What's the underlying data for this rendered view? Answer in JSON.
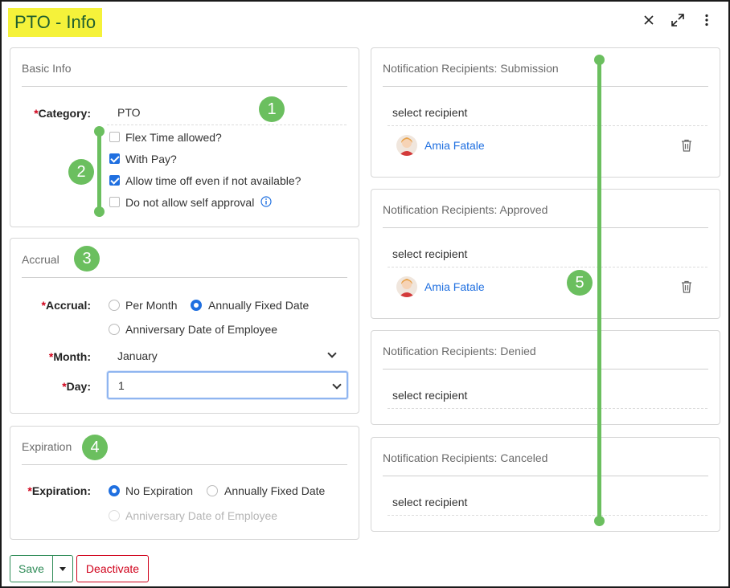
{
  "window": {
    "title": "PTO - Info"
  },
  "basic_info": {
    "title": "Basic Info",
    "category_label": "Category:",
    "category_value": "PTO",
    "checkboxes": [
      {
        "label": "Flex Time allowed?",
        "checked": false
      },
      {
        "label": "With Pay?",
        "checked": true
      },
      {
        "label": "Allow time off even if not available?",
        "checked": true
      },
      {
        "label": "Do not allow self approval",
        "checked": false
      }
    ]
  },
  "accrual": {
    "title": "Accrual",
    "accrual_label": "Accrual:",
    "options": [
      "Per Month",
      "Annually Fixed Date",
      "Anniversary Date of Employee"
    ],
    "selected": "Annually Fixed Date",
    "month_label": "Month:",
    "month_value": "January",
    "day_label": "Day:",
    "day_value": "1"
  },
  "expiration": {
    "title": "Expiration",
    "label": "Expiration:",
    "options": [
      "No Expiration",
      "Annually Fixed Date",
      "Anniversary Date of Employee"
    ],
    "selected": "No Expiration"
  },
  "notifications": [
    {
      "title": "Notification Recipients: Submission",
      "placeholder": "select recipient",
      "recipient": "Amia Fatale"
    },
    {
      "title": "Notification Recipients: Approved",
      "placeholder": "select recipient",
      "recipient": "Amia Fatale"
    },
    {
      "title": "Notification Recipients: Denied",
      "placeholder": "select recipient"
    },
    {
      "title": "Notification Recipients: Canceled",
      "placeholder": "select recipient"
    }
  ],
  "annotations": [
    "1",
    "2",
    "3",
    "4",
    "5"
  ],
  "footer": {
    "save_label": "Save",
    "deactivate_label": "Deactivate"
  },
  "colors": {
    "accent": "#1f6fe0",
    "annotation": "#6bbf5f",
    "title_highlight": "#f5f23a",
    "save": "#2e8b57",
    "danger": "#d0021b"
  },
  "icons": [
    "close-icon",
    "expand-icon",
    "more-vertical-icon",
    "info-icon",
    "trash-icon",
    "chevron-down-icon",
    "caret-down-icon"
  ]
}
